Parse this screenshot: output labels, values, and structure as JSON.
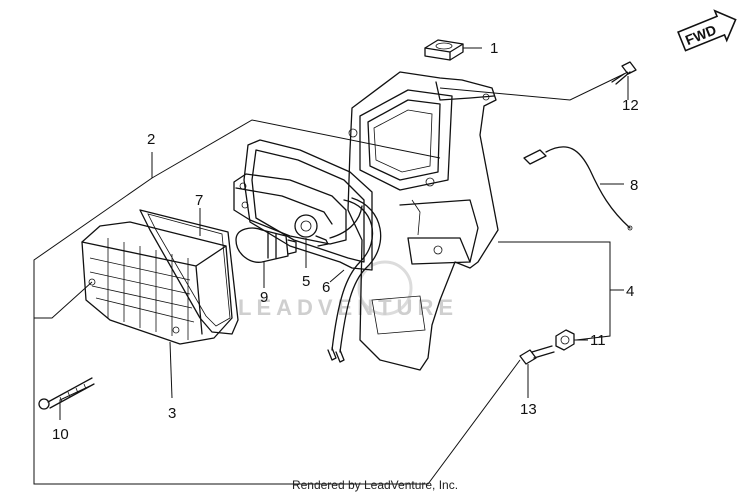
{
  "direction_marker": {
    "label": "FWD"
  },
  "watermark": "LEADVENTURE",
  "footer": {
    "credit": "Rendered by LeadVenture, Inc."
  },
  "callouts": [
    {
      "key": "c1",
      "label": "1"
    },
    {
      "key": "c2",
      "label": "2"
    },
    {
      "key": "c3",
      "label": "3"
    },
    {
      "key": "c4",
      "label": "4"
    },
    {
      "key": "c5",
      "label": "5"
    },
    {
      "key": "c6",
      "label": "6"
    },
    {
      "key": "c7",
      "label": "7"
    },
    {
      "key": "c8",
      "label": "8"
    },
    {
      "key": "c9",
      "label": "9"
    },
    {
      "key": "c10",
      "label": "10"
    },
    {
      "key": "c11",
      "label": "11"
    },
    {
      "key": "c12",
      "label": "12"
    },
    {
      "key": "c13",
      "label": "13"
    }
  ],
  "colors": {
    "line": "#111111",
    "watermark": "#cfcfcf",
    "background": "#ffffff"
  }
}
